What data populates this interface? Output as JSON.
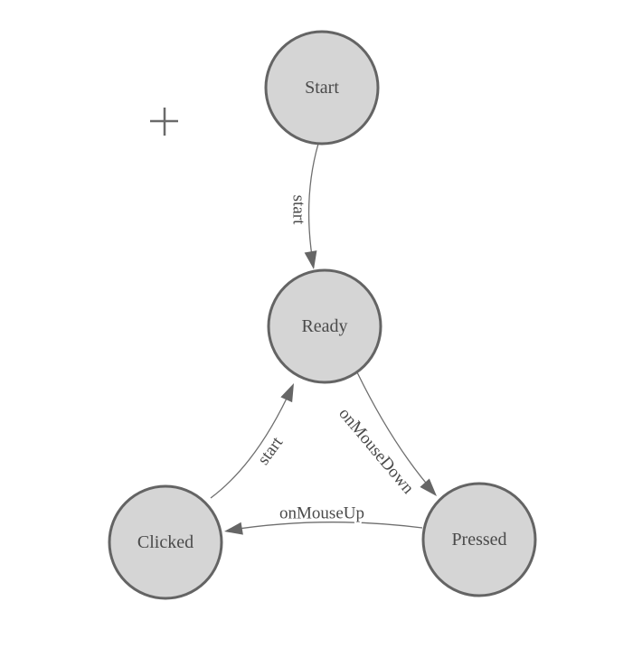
{
  "colors": {
    "background": "#ffffff",
    "node_fill": "#d5d5d5",
    "node_border": "#646464",
    "edge_line": "#6e6e6e",
    "arrowhead": "#666666",
    "text": "#4a4a4a"
  },
  "icons": {
    "canvas_marker": "plus"
  },
  "diagram": {
    "type": "state-machine",
    "nodes": [
      {
        "id": "start",
        "label": "Start"
      },
      {
        "id": "ready",
        "label": "Ready"
      },
      {
        "id": "clicked",
        "label": "Clicked"
      },
      {
        "id": "pressed",
        "label": "Pressed"
      }
    ],
    "edges": [
      {
        "from": "Start",
        "to": "Ready",
        "label": "start"
      },
      {
        "from": "Ready",
        "to": "Pressed",
        "label": "onMouseDown"
      },
      {
        "from": "Pressed",
        "to": "Clicked",
        "label": "onMouseUp"
      },
      {
        "from": "Clicked",
        "to": "Ready",
        "label": "start"
      }
    ]
  }
}
